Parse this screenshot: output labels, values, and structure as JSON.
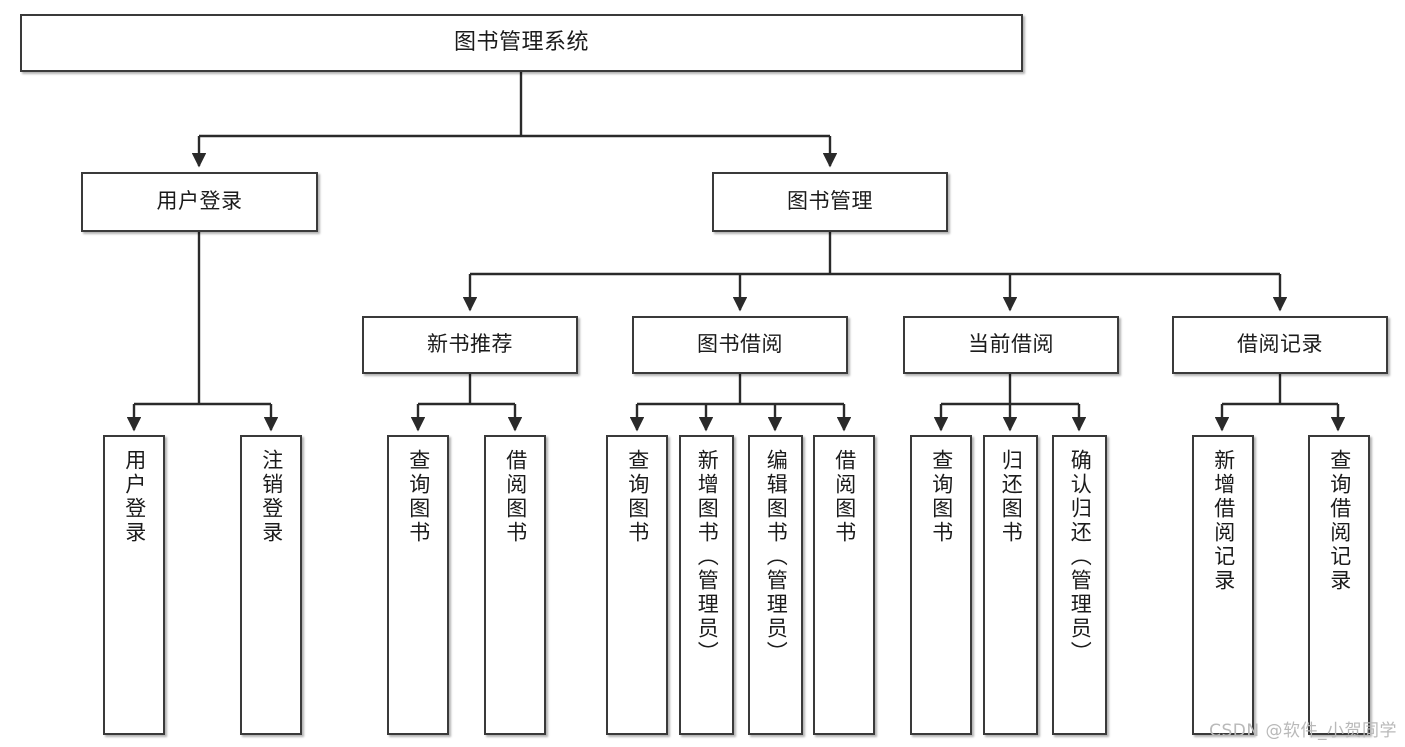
{
  "diagram": {
    "type": "tree",
    "title": "图书管理系统",
    "watermark": "CSDN @软件_小贺同学",
    "colors": {
      "background": "#ffffff",
      "border": "#3a3a3a",
      "text": "#1b1b1b",
      "edge": "#2a2a2a",
      "watermark": "#b9b9b9"
    },
    "nodes": {
      "root": {
        "label": "图书管理系统"
      },
      "level2": [
        {
          "label": "用户登录"
        },
        {
          "label": "图书管理"
        }
      ],
      "level3": [
        {
          "label": "新书推荐"
        },
        {
          "label": "图书借阅"
        },
        {
          "label": "当前借阅"
        },
        {
          "label": "借阅记录"
        }
      ],
      "leaves": {
        "user_login": [
          {
            "label": "用户登录"
          },
          {
            "label": "注销登录"
          }
        ],
        "new_book_recommend": [
          {
            "label": "查询图书"
          },
          {
            "label": "借阅图书"
          }
        ],
        "book_borrow": [
          {
            "label": "查询图书"
          },
          {
            "label": "新增图书（管理员）"
          },
          {
            "label": "编辑图书（管理员）"
          },
          {
            "label": "借阅图书"
          }
        ],
        "current_borrow": [
          {
            "label": "查询图书"
          },
          {
            "label": "归还图书"
          },
          {
            "label": "确认归还（管理员）"
          }
        ],
        "borrow_record": [
          {
            "label": "新增借阅记录"
          },
          {
            "label": "查询借阅记录"
          }
        ]
      }
    }
  }
}
